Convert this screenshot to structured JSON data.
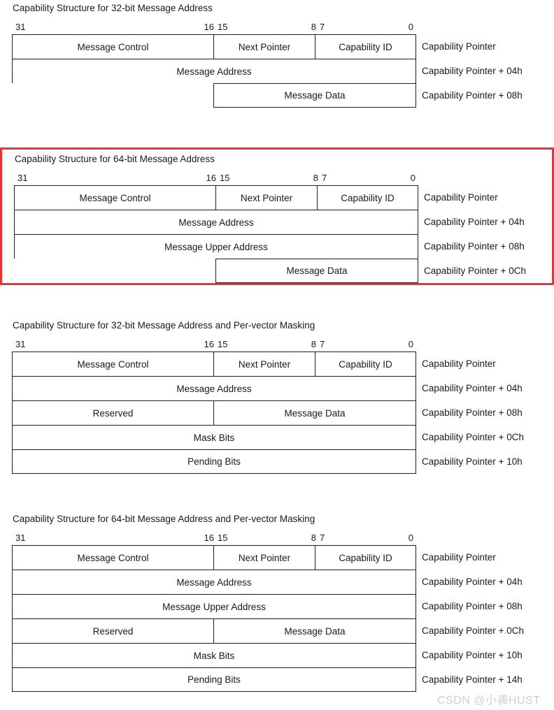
{
  "document": {
    "watermark": "CSDN @小袭HUST",
    "bit_ruler": {
      "t31": "31",
      "t16": "16",
      "t15": "15",
      "t8": "8",
      "t7": "7",
      "t0": "0"
    },
    "colors": {
      "highlight_border": "#f2302e",
      "table_border": "#231f20",
      "text": "#1a1a1a",
      "background": "#ffffff",
      "watermark": "#cfcfcf"
    }
  },
  "blocks": [
    {
      "title": "Capability Structure for 32-bit Message Address",
      "highlighted": false,
      "rows": [
        {
          "cells": [
            {
              "label": "Message Control",
              "span": "hi"
            },
            {
              "label": "Next Pointer",
              "span": "mid"
            },
            {
              "label": "Capability ID",
              "span": "lo"
            }
          ],
          "offset": "Capability Pointer"
        },
        {
          "cells": [
            {
              "label": "Message Address",
              "span": "full"
            }
          ],
          "offset": "Capability Pointer + 04h"
        },
        {
          "cells": [
            {
              "label": "",
              "span": "hi",
              "empty": true
            },
            {
              "label": "Message Data",
              "span": "low24"
            }
          ],
          "offset": "Capability Pointer + 08h"
        }
      ]
    },
    {
      "title": "Capability Structure for 64-bit Message Address",
      "highlighted": true,
      "rows": [
        {
          "cells": [
            {
              "label": "Message Control",
              "span": "hi"
            },
            {
              "label": "Next Pointer",
              "span": "mid"
            },
            {
              "label": "Capability ID",
              "span": "lo"
            }
          ],
          "offset": "Capability Pointer"
        },
        {
          "cells": [
            {
              "label": "Message Address",
              "span": "full"
            }
          ],
          "offset": "Capability Pointer + 04h"
        },
        {
          "cells": [
            {
              "label": "Message Upper Address",
              "span": "full"
            }
          ],
          "offset": "Capability Pointer + 08h"
        },
        {
          "cells": [
            {
              "label": "",
              "span": "hi",
              "empty": true
            },
            {
              "label": "Message Data",
              "span": "low24"
            }
          ],
          "offset": "Capability Pointer + 0Ch"
        }
      ]
    },
    {
      "title": "Capability Structure for 32-bit Message Address and Per-vector Masking",
      "highlighted": false,
      "rows": [
        {
          "cells": [
            {
              "label": "Message Control",
              "span": "hi"
            },
            {
              "label": "Next Pointer",
              "span": "mid"
            },
            {
              "label": "Capability ID",
              "span": "lo"
            }
          ],
          "offset": "Capability Pointer"
        },
        {
          "cells": [
            {
              "label": "Message Address",
              "span": "full"
            }
          ],
          "offset": "Capability Pointer + 04h"
        },
        {
          "cells": [
            {
              "label": "Reserved",
              "span": "hi"
            },
            {
              "label": "Message Data",
              "span": "low24"
            }
          ],
          "offset": "Capability Pointer + 08h"
        },
        {
          "cells": [
            {
              "label": "Mask Bits",
              "span": "full"
            }
          ],
          "offset": "Capability Pointer + 0Ch"
        },
        {
          "cells": [
            {
              "label": "Pending Bits",
              "span": "full"
            }
          ],
          "offset": "Capability Pointer + 10h"
        }
      ]
    },
    {
      "title": "Capability Structure for 64-bit Message Address and Per-vector Masking",
      "highlighted": false,
      "rows": [
        {
          "cells": [
            {
              "label": "Message Control",
              "span": "hi"
            },
            {
              "label": "Next Pointer",
              "span": "mid"
            },
            {
              "label": "Capability ID",
              "span": "lo"
            }
          ],
          "offset": "Capability Pointer"
        },
        {
          "cells": [
            {
              "label": "Message Address",
              "span": "full"
            }
          ],
          "offset": "Capability Pointer + 04h"
        },
        {
          "cells": [
            {
              "label": "Message Upper Address",
              "span": "full"
            }
          ],
          "offset": "Capability Pointer + 08h"
        },
        {
          "cells": [
            {
              "label": "Reserved",
              "span": "hi"
            },
            {
              "label": "Message Data",
              "span": "low24"
            }
          ],
          "offset": "Capability Pointer + 0Ch"
        },
        {
          "cells": [
            {
              "label": "Mask Bits",
              "span": "full"
            }
          ],
          "offset": "Capability Pointer + 10h"
        },
        {
          "cells": [
            {
              "label": "Pending Bits",
              "span": "full"
            }
          ],
          "offset": "Capability Pointer + 14h"
        }
      ]
    }
  ]
}
